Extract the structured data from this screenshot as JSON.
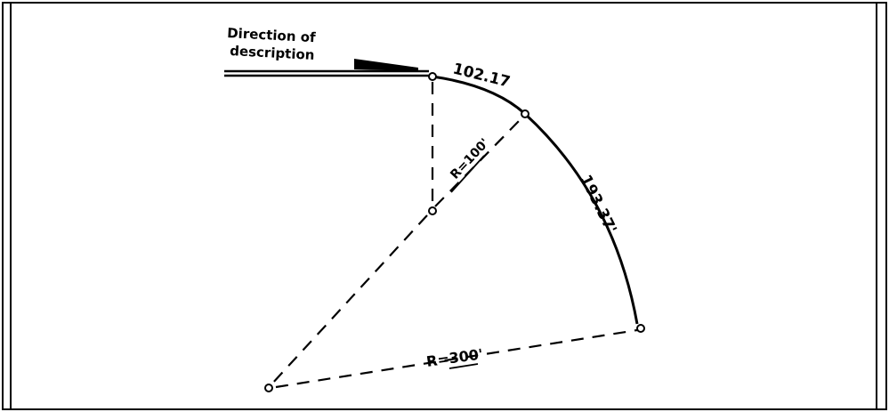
{
  "diagram": {
    "title_line1": "Direction of",
    "title_line2": "description",
    "arc_length_1": "102.17",
    "arc_length_2": "193.37'",
    "radius_small": "R=100'",
    "radius_large": "R=300'"
  }
}
